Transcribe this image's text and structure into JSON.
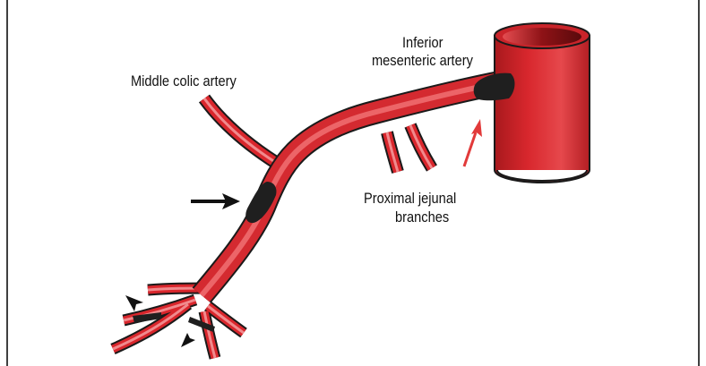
{
  "labels": {
    "middle_colic": "Middle colic artery",
    "inferior_line1": "Inferior",
    "inferior_line2": "mesenteric artery",
    "proximal_line1": "Proximal jejunal",
    "proximal_line2": "branches"
  },
  "colors": {
    "artery_red": "#d42a30",
    "artery_light": "#ee6b6f",
    "occlusion": "#1f1f1f",
    "red_arrow": "#e23a3a",
    "black_arrow": "#111111"
  }
}
